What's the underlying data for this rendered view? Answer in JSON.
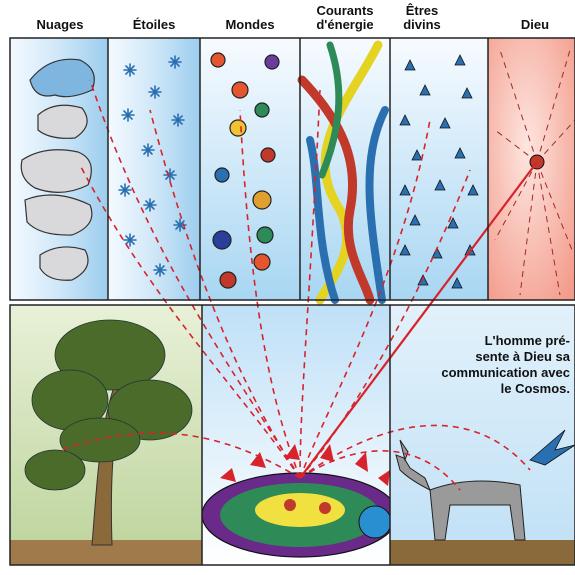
{
  "headers": {
    "col1": "Nuages",
    "col2": "Étoiles",
    "col3": "Mondes",
    "col4_line1": "Courants",
    "col4_line2": "d'énergie",
    "col5_line1": "Êtres",
    "col5_line2": "divins",
    "col6": "Dieu"
  },
  "caption": {
    "line1": "L'homme pré-",
    "line2": "sente à Dieu sa",
    "line3": "communication avec",
    "line4": "le Cosmos."
  },
  "colors": {
    "connector": "#d8232a",
    "border": "#222222",
    "sky_light": "#eef6fc",
    "sky_blue": "#9fd1ef",
    "god_glow": "#f4a79a",
    "ground": "#a07a4a",
    "meadow": "#cfe0b0"
  }
}
